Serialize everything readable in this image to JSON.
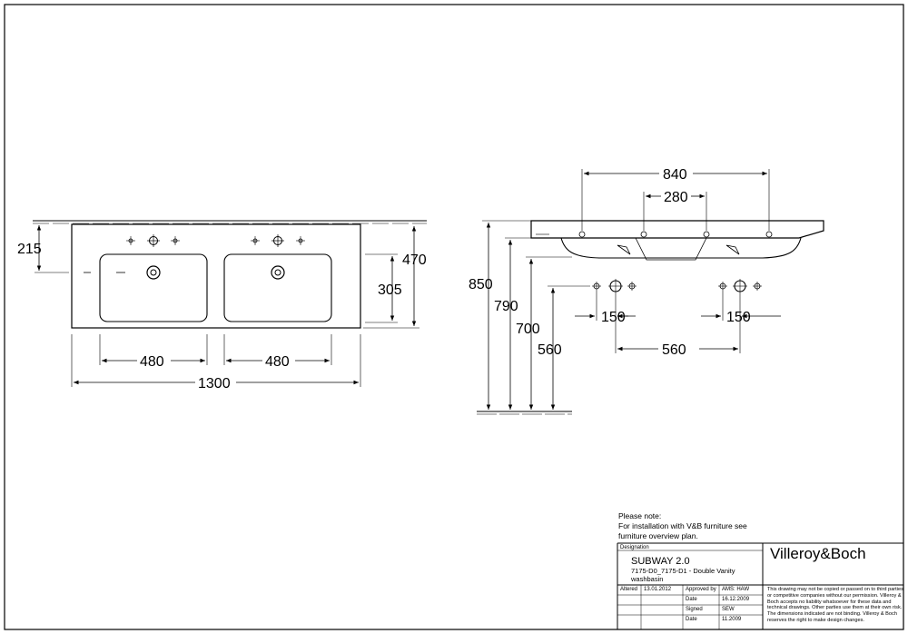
{
  "dimensions": {
    "top_left_215": "215",
    "overall_width": "1300",
    "bowl_width_1": "480",
    "bowl_width_2": "480",
    "depth_305": "305",
    "depth_470": "470",
    "tap_spacing_840": "840",
    "tap_spacing_280": "280",
    "height_850": "850",
    "height_790": "790",
    "height_700": "700",
    "height_560": "560",
    "drain_150_left": "150",
    "drain_150_right": "150",
    "drain_spacing_560": "560"
  },
  "note": {
    "heading": "Please note:",
    "text": "For installation with V&B furniture see furniture overview plan."
  },
  "title_block": {
    "designation_label": "Designation",
    "product_name": "SUBWAY 2.0",
    "product_description": "7175-D0_7175-D1 - Double Vanity washbasin",
    "brand": "Villeroy&Boch",
    "altered_label": "Altered",
    "altered_date": "13.01.2012",
    "approved_label": "Approved by",
    "approved_value": "AMS: HAW",
    "date_label": "Date",
    "date_value": "16.12.2009",
    "signed_label": "Signed",
    "signed_value": "SEW",
    "date2_label": "Date",
    "date2_value": "11.2009",
    "disclaimer": "This drawing may not be copied or passed on to third parties or competitive companies without our permission. Villeroy & Boch accepts no liability whatsoever for these data and technical drawings. Other parties use them at their own risk. The dimensions indicated are not binding. Villeroy & Boch reserves the right to make design changes."
  },
  "colors": {
    "line": "#000000",
    "paper": "#ffffff"
  }
}
